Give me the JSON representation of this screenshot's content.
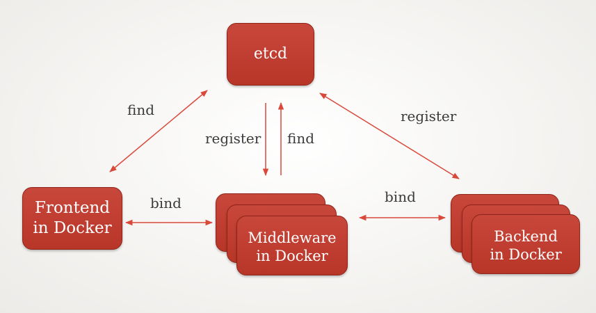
{
  "colors": {
    "box_fill": "#c0392b",
    "arrow": "#d9493a",
    "label_text": "#3a3a3a",
    "background": "#f4f3f1"
  },
  "nodes": {
    "etcd": {
      "label": "etcd"
    },
    "frontend": {
      "line1": "Frontend",
      "line2": "in Docker"
    },
    "middleware": {
      "line1": "Middleware",
      "line2": "in Docker"
    },
    "backend": {
      "line1": "Backend",
      "line2": "in Docker"
    }
  },
  "edges": {
    "frontend_etcd": {
      "label": "find"
    },
    "middleware_register": {
      "label": "register"
    },
    "middleware_find": {
      "label": "find"
    },
    "backend_etcd": {
      "label": "register"
    },
    "frontend_middleware": {
      "label": "bind"
    },
    "middleware_backend": {
      "label": "bind"
    }
  }
}
